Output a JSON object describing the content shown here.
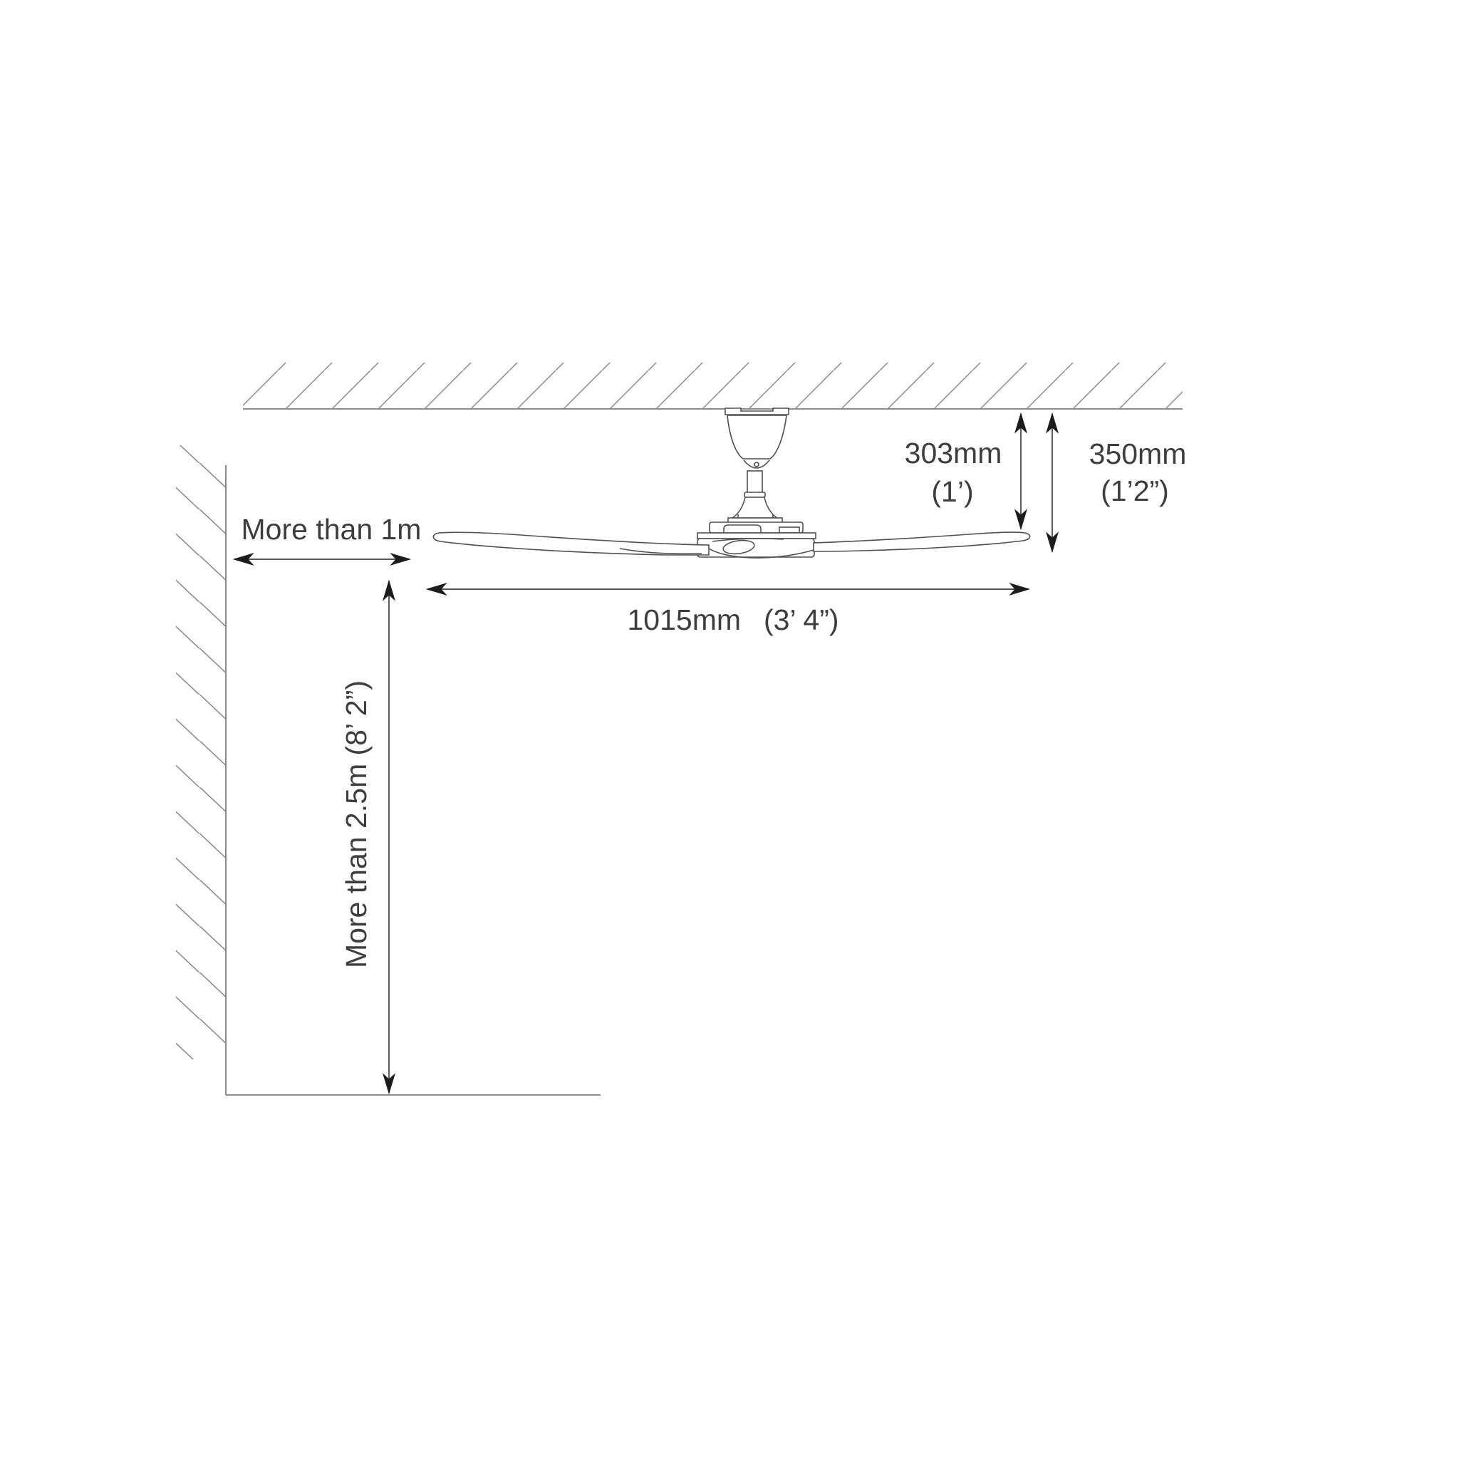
{
  "diagram_labels": {
    "ceiling_to_blades": {
      "metric": "303mm",
      "imperial": "(1’)"
    },
    "ceiling_to_fan_bottom": {
      "metric": "350mm",
      "imperial": "(1’2”)"
    },
    "wall_clearance": "More than 1m",
    "blade_diameter": {
      "metric": "1015mm",
      "imperial": "(3’ 4”)"
    },
    "floor_clearance": "More than 2.5m (8’ 2”)"
  },
  "colors": {
    "background": "#ffffff",
    "structure_lines": "#7d7d7d",
    "dimension_lines": "#3f3f3f",
    "arrowheads": "#1c1c1c",
    "fan_outline": "#4f4f4f",
    "label_text": "#3d3d3d"
  }
}
